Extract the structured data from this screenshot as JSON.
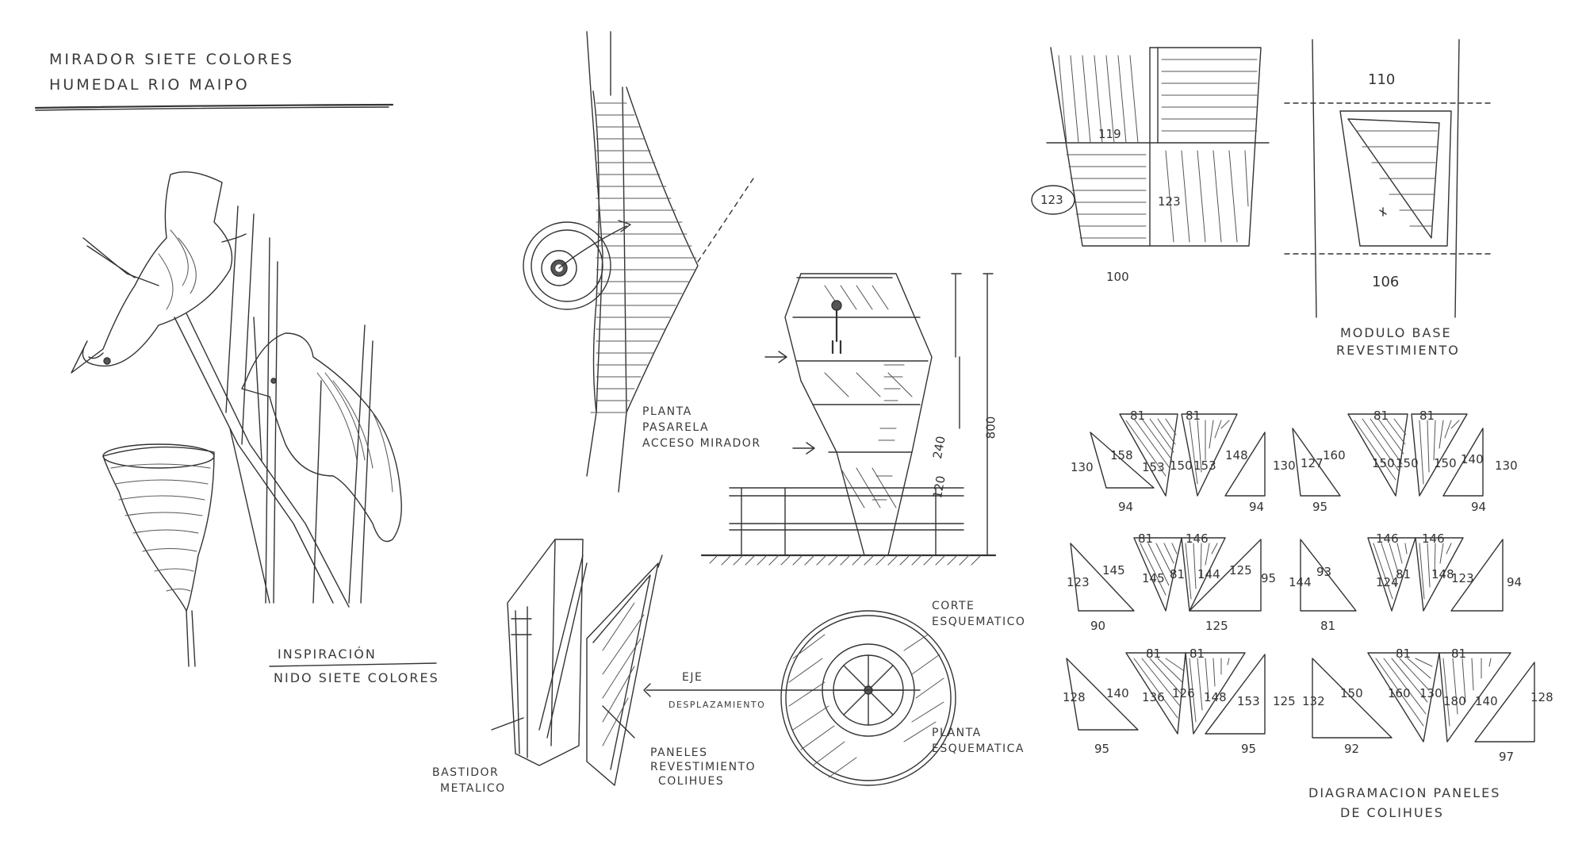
{
  "title": {
    "line1": "Mirador siete colores",
    "line2": "Humedal Rio Maipo"
  },
  "labels": {
    "inspiracion_1": "Inspiración",
    "inspiracion_2": "Nido siete colores",
    "planta_pasarela_1": "planta",
    "planta_pasarela_2": "pasarela",
    "planta_pasarela_3": "acceso mirador",
    "corte_1": "corte",
    "corte_2": "esquematico",
    "planta_esq_1": "planta",
    "planta_esq_2": "esquematica",
    "eje_1": "eje",
    "eje_2": "desplazamiento",
    "bastidor_1": "bastidor",
    "bastidor_2": "metalico",
    "paneles_1": "paneles",
    "paneles_2": "revestimiento",
    "paneles_3": "colihues",
    "modulo_1": "modulo base",
    "modulo_2": "revestimiento",
    "diagramacion_1": "diagramacion paneles",
    "diagramacion_2": "de colihues"
  },
  "dimensions": {
    "module_left": {
      "a": "119",
      "b": "123",
      "c": "123",
      "d": "100"
    },
    "module_right": {
      "top": "110",
      "bottom": "106"
    },
    "section": {
      "h1": "240",
      "h2": "120",
      "h3": "800"
    },
    "row1": [
      "130",
      "158",
      "94",
      "81",
      "153",
      "150",
      "81",
      "153",
      "148",
      "130",
      "94",
      "127",
      "160",
      "95",
      "81",
      "150",
      "150",
      "81",
      "150",
      "140",
      "130",
      "94"
    ],
    "row2": [
      "123",
      "145",
      "90",
      "81",
      "145",
      "81",
      "146",
      "144",
      "125",
      "95",
      "125",
      "144",
      "93",
      "81",
      "146",
      "124",
      "81",
      "146",
      "148",
      "123",
      "94"
    ],
    "row3": [
      "128",
      "140",
      "95",
      "81",
      "136",
      "126",
      "81",
      "148",
      "153",
      "125",
      "95",
      "132",
      "150",
      "92",
      "81",
      "160",
      "130",
      "81",
      "180",
      "140",
      "128",
      "97"
    ]
  }
}
